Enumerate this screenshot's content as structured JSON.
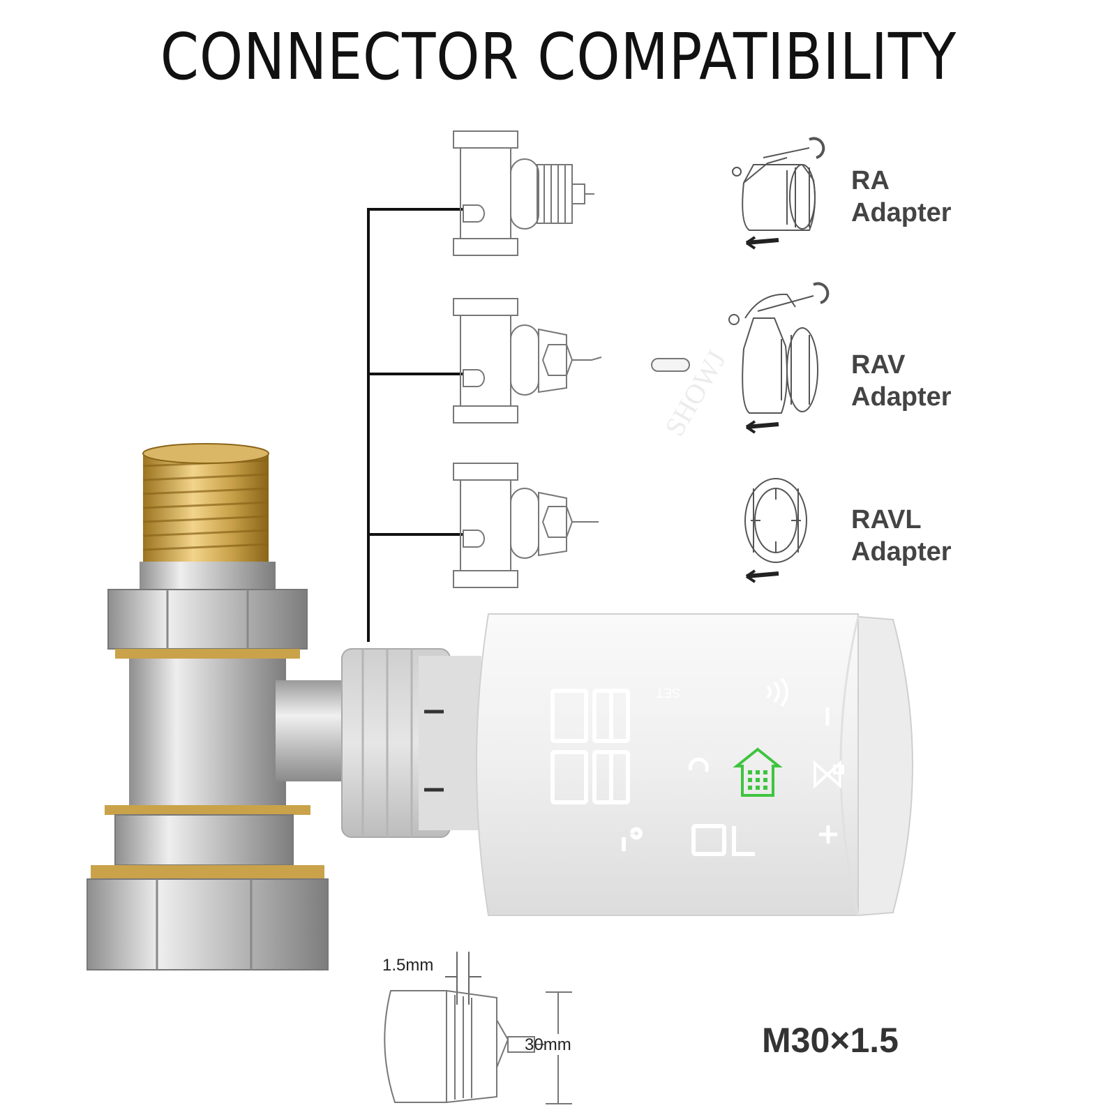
{
  "title": "CONNECTOR COMPATIBILITY",
  "adapters": [
    {
      "line1": "RA",
      "line2": "Adapter"
    },
    {
      "line1": "RAV",
      "line2": "Adapter"
    },
    {
      "line1": "RAVL",
      "line2": "Adapter"
    }
  ],
  "thread_spec": "M30×1.5",
  "dimensions": {
    "thickness": "1.5mm",
    "diameter": "30mm"
  },
  "display": {
    "set_label": "SET"
  },
  "watermark": "SHOWJ",
  "colors": {
    "brass": "#c9a24a",
    "nickel": "#c8c8c8",
    "thermostat_body": "#efefef",
    "display_segment": "#ffffff",
    "home_icon": "#3ec43e",
    "label_text": "#444444",
    "connector_line": "#111111"
  }
}
